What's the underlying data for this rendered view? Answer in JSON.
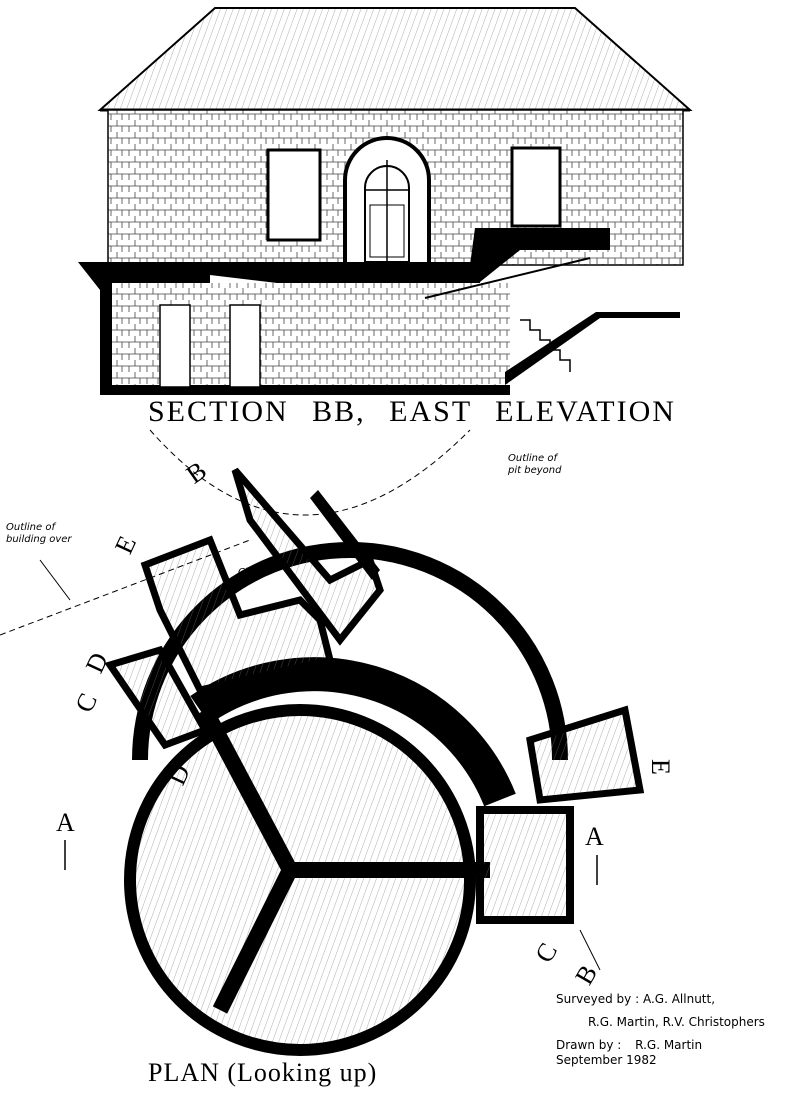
{
  "section_title": "SECTION BB, EAST ELEVATION",
  "plan_title": "PLAN (Looking up)",
  "notes": {
    "pit_outline": [
      "Outline of",
      "pit beyond"
    ],
    "building_outline": [
      "Outline of",
      "building over"
    ],
    "chute": "Chute"
  },
  "section_marks": {
    "a_left": "A",
    "a_right": "A",
    "b_top": "B",
    "b_bottom": "B",
    "c_left": "C",
    "c_bottom": "C",
    "d_upper": "D",
    "d_lower": "D",
    "e_top": "E",
    "e_right": "E"
  },
  "credits": {
    "surveyed_label": "Surveyed by :",
    "surveyors_1": "A.G. Allnutt,",
    "surveyors_2": "R.G. Martin, R.V. Christophers",
    "drawn_label": "Drawn by :",
    "drawn_name": "R.G. Martin",
    "date": "September 1982"
  },
  "colors": {
    "ink": "#000000",
    "paper": "#ffffff",
    "hatch": "#555555"
  }
}
